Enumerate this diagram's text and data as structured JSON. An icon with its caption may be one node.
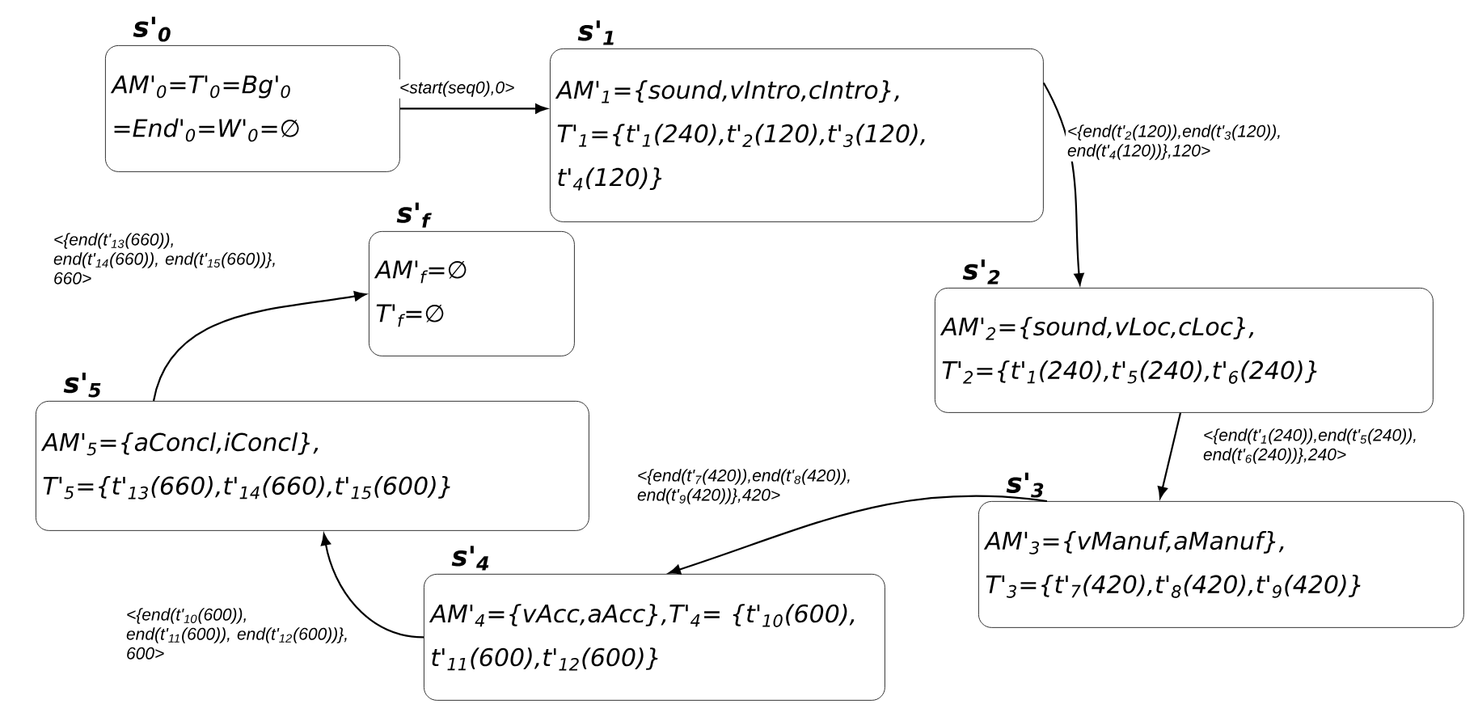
{
  "diagram": {
    "nodes": [
      {
        "text": [
          "s'$_{0}$",
          "AM'$_{0}$=T'$_{0}$=Bg'$_{0}$ =End'$_{0}$=W'$_{0}$=∅"
        ]
      },
      {
        "text": [
          "s'$_{1}$",
          "AM'$_{1}$={sound,vIntro,cIntro},",
          "T'$_{1}$={t'$_{1}$(240),t'$_{2}$(120),t'$_{3}$(120), t'$_{4}$(120)}"
        ]
      },
      {
        "text": [
          "s'$_{2}$",
          "AM'$_{2}$={sound,vLoc,cLoc},",
          "T'$_{2}$={t'$_{1}$(240),t'$_{5}$(240),t'$_{6}$(240)}"
        ]
      },
      {
        "text": [
          "s'$_{3}$",
          "AM'$_{3}$={vManuf,aManuf},",
          "T'$_{3}$={t'$_{7}$(420),t'$_{8}$(420),t'$_{9}$(420)}"
        ]
      },
      {
        "text": [
          "s'$_{4}$",
          "AM'$_{4}$={vAcc,aAcc},T'$_{4}$= {t'$_{10}$(600),t'$_{11}$(600),t'$_{12}$(600)}"
        ]
      },
      {
        "text": [
          "s'$_{5}$",
          "AM'$_{5}$={aConcl,iConcl},",
          "T'$_{5}$={t'$_{13}$(660),t'$_{14}$(660),t'$_{15}$(600)}"
        ]
      },
      {
        "text": [
          "s'$_{f}$",
          "AM'$_{f}$=∅",
          "T'$_{f}$=∅"
        ]
      }
    ],
    "edges": [
      {
        "from": 0,
        "to": 1,
        "arrow": "to",
        "label": "<start(seq0),0>"
      },
      {
        "from": 1,
        "to": 2,
        "arrow": "to",
        "label": "<{end(t'$_{2}$(120)),end(t'$_{3}$(120)), end(t'$_{4}$(120))},120>"
      },
      {
        "from": 2,
        "to": 3,
        "arrow": "to",
        "label": "<{end(t'$_{1}$(240)),end(t'$_{5}$(240)), end(t'$_{6}$(240))},240>"
      },
      {
        "from": 3,
        "to": 4,
        "arrow": "to",
        "label": "<{end(t'$_{7}$(420)),end(t'$_{8}$(420)), end(t'$_{9}$(420))},420>"
      },
      {
        "from": 4,
        "to": 5,
        "arrow": "to",
        "label": "<{end(t'$_{10}$(600)),end(t'$_{11}$(600)), end(t'$_{12}$(600))},600>"
      },
      {
        "from": 5,
        "to": 6,
        "arrow": "to",
        "label": "<{end(t'$_{13}$(660)),end(t'$_{14}$(660)), end(t'$_{15}$(660))},660>"
      }
    ]
  }
}
